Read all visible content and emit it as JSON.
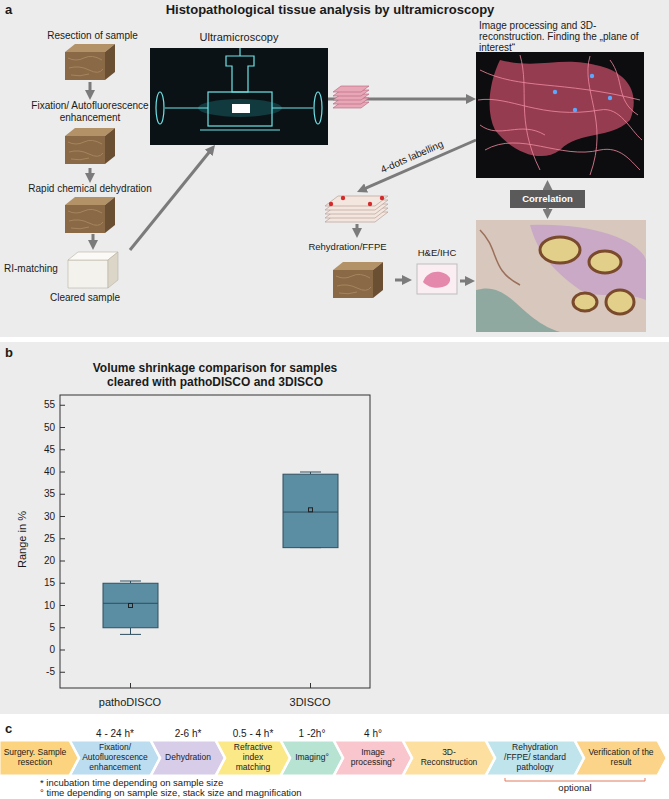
{
  "diagram": {
    "title": "Histopathological tissue analysis by ultramicroscopy",
    "nodes": [
      {
        "text": [
          "Resection of sample"
        ]
      },
      {
        "text": [
          "Fixation/ Autofluorescence enhancement"
        ]
      },
      {
        "text": [
          "Rapid chemical dehydration"
        ]
      },
      {
        "text": [
          "RI-matching",
          "Cleared sample"
        ]
      },
      {
        "text": [
          "Ultramicroscopy"
        ]
      },
      {
        "text": [
          "Image processing and 3D-reconstruction. Finding the „plane of interest“"
        ]
      },
      {
        "text": [
          "Correlation"
        ]
      },
      {
        "text": [
          "Rehydration/FFPE"
        ]
      },
      {
        "text": [
          "H&E/IHC"
        ]
      },
      {
        "text": [
          "Surgery. Sample resection"
        ]
      },
      {
        "text": [
          "Fixation/ Autofluorescence enhancement"
        ]
      },
      {
        "text": [
          "Dehydration"
        ]
      },
      {
        "text": [
          "Refractive index matching"
        ]
      },
      {
        "text": [
          "Imaging°"
        ]
      },
      {
        "text": [
          "Image processing°"
        ]
      },
      {
        "text": [
          "3D-Reconstruction"
        ]
      },
      {
        "text": [
          "Rehydration /FFPE/ standard pathology"
        ]
      },
      {
        "text": [
          "Verification of the result"
        ]
      }
    ],
    "edges": [
      {
        "from": 0,
        "to": 1,
        "arrow": "to"
      },
      {
        "from": 1,
        "to": 2,
        "arrow": "to"
      },
      {
        "from": 2,
        "to": 3,
        "arrow": "to"
      },
      {
        "from": 3,
        "to": 4,
        "arrow": "to"
      },
      {
        "from": 4,
        "to": 5,
        "arrow": "to"
      },
      {
        "from": 5,
        "to": 7,
        "label": "4-dots labelling",
        "arrow": "to"
      },
      {
        "from": 7,
        "to": 8,
        "arrow": "to"
      },
      {
        "from": 6,
        "to": 5,
        "arrow": "to"
      }
    ],
    "labels": [
      "a",
      "b",
      "Volume shrinkage comparison for samples cleared with pathoDISCO and 3DISCO",
      "55",
      "50",
      "45",
      "40",
      "35",
      "30",
      "25",
      "20",
      "15",
      "10",
      "5",
      "0",
      "-5",
      "Range in %",
      "pathoDISCO",
      "3DISCO",
      "c",
      "4 - 24 h*",
      "2-6 h*",
      "0.5 - 4 h*",
      "1 -2h°",
      "4 h°",
      "optional",
      "* incubation time depending on sample size",
      "° time depending on sample size, stack size and magnification"
    ]
  }
}
